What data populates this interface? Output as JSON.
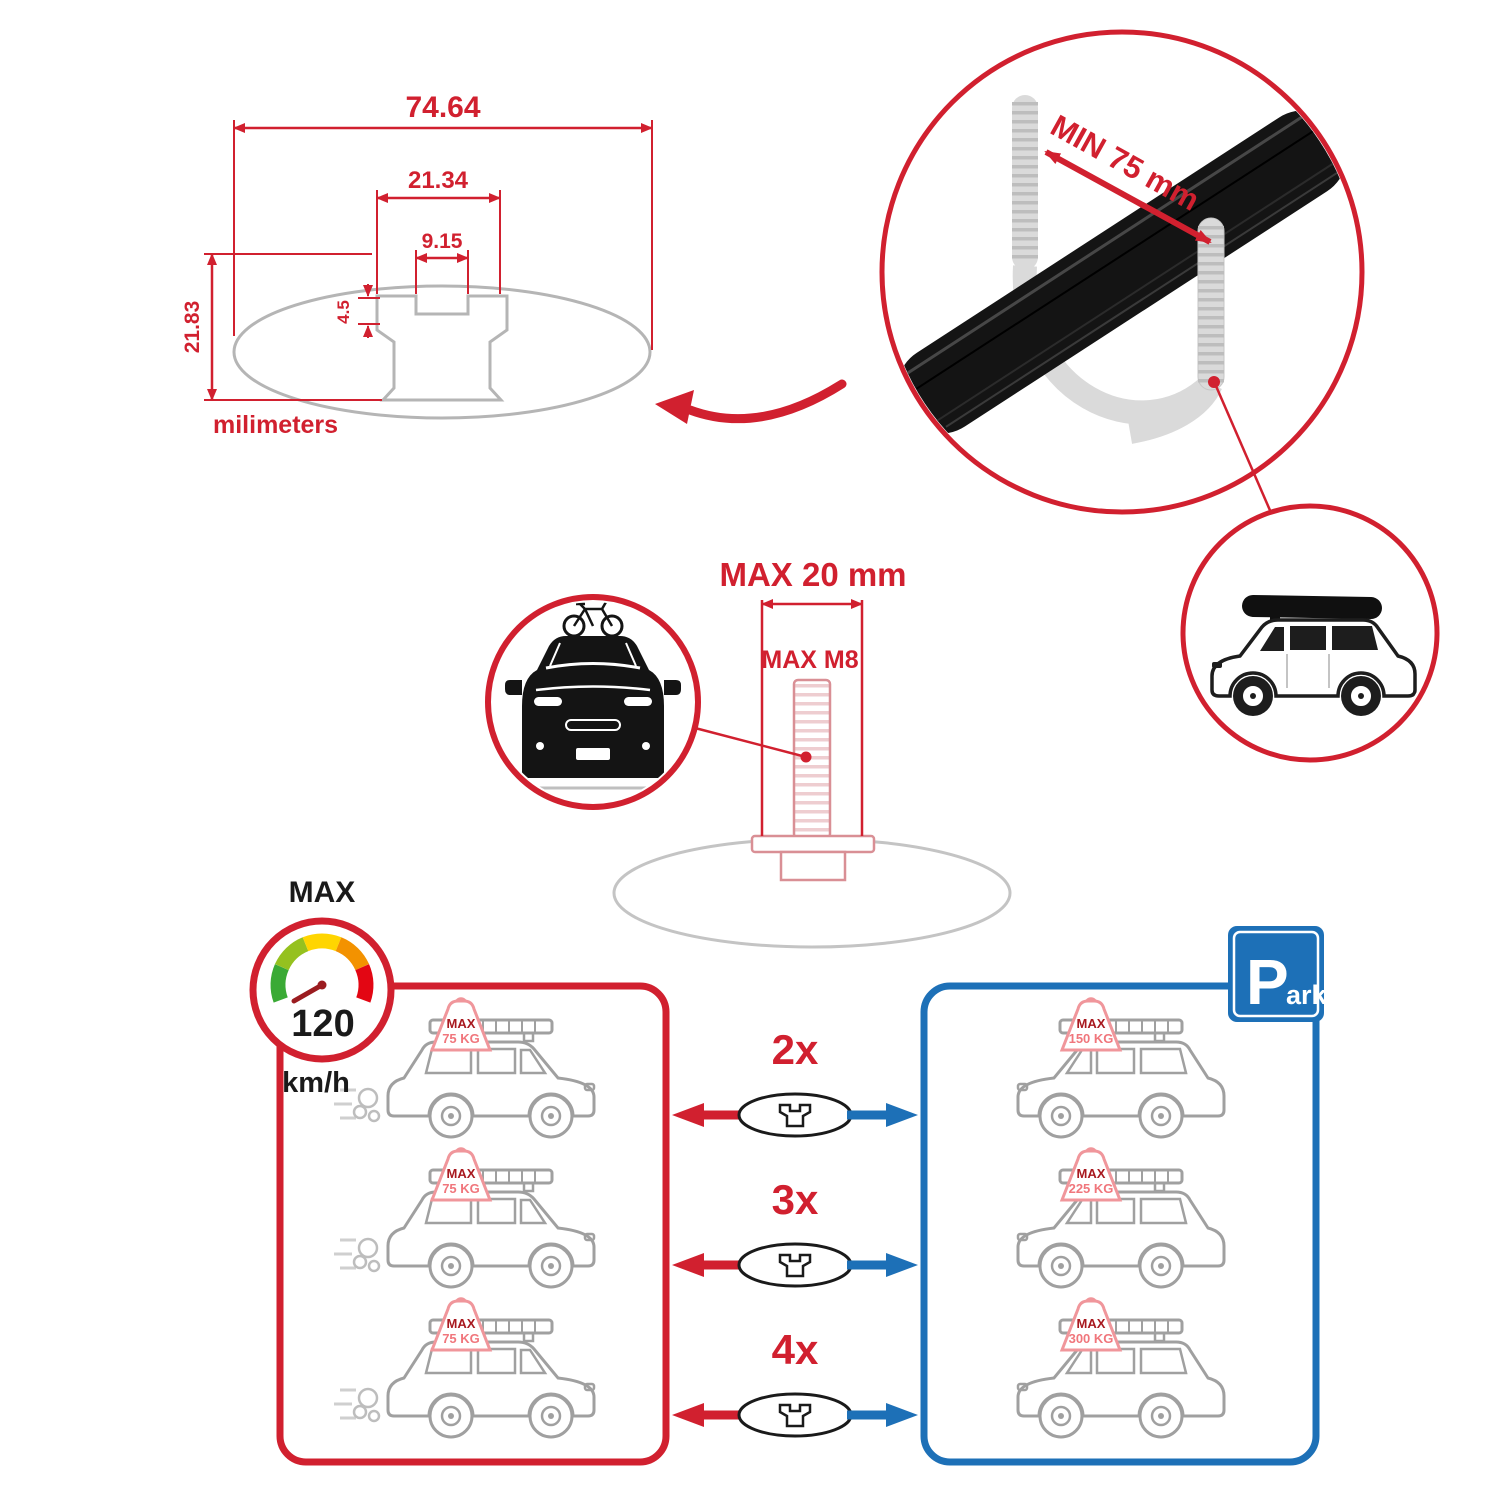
{
  "colors": {
    "red": "#d1202f",
    "blue": "#1d70b7",
    "gray": "#b5b5b5",
    "black": "#1a1a1a"
  },
  "dimension_diagram": {
    "total_width": "74.64",
    "slot_outer_width": "21.34",
    "slot_inner_width": "9.15",
    "lip_depth": "4.5",
    "total_height": "21.83",
    "unit_note": "milimeters"
  },
  "crossbar_detail": {
    "min_clamp_span": "MIN 75 mm"
  },
  "bolt_diagram": {
    "max_width": "MAX 20 mm",
    "max_thread": "MAX M8"
  },
  "speed_limit": {
    "label": "MAX",
    "value": "120",
    "unit": "km/h"
  },
  "park_sign": {
    "initial": "P",
    "rest": "ark"
  },
  "comparison_rows": [
    {
      "count": "2x",
      "driving_max_label": "MAX",
      "driving_weight": "75 KG",
      "parked_max_label": "MAX",
      "parked_weight": "150 KG"
    },
    {
      "count": "3x",
      "driving_max_label": "MAX",
      "driving_weight": "75 KG",
      "parked_max_label": "MAX",
      "parked_weight": "225 KG"
    },
    {
      "count": "4x",
      "driving_max_label": "MAX",
      "driving_weight": "75 KG",
      "parked_max_label": "MAX",
      "parked_weight": "300 KG"
    }
  ]
}
